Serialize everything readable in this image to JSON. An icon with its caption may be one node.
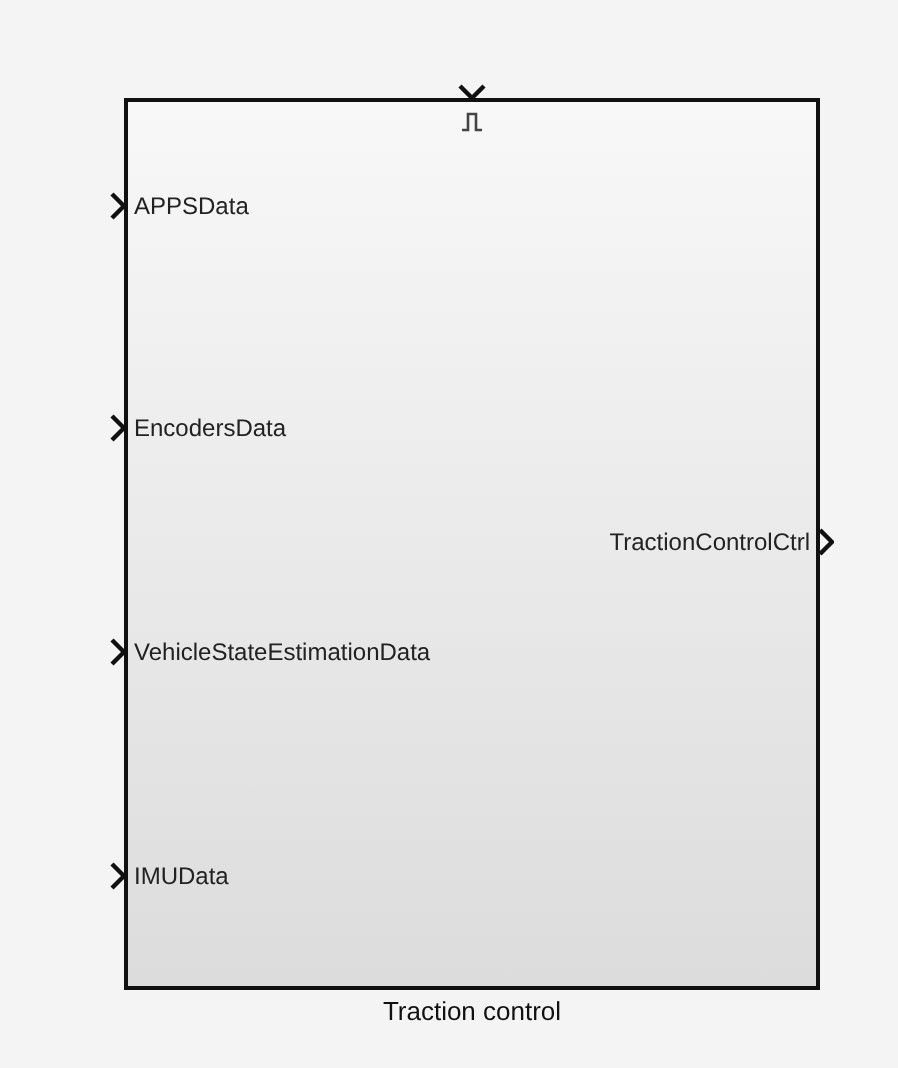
{
  "diagram": {
    "nodes": [
      {
        "text": [
          "Traction control"
        ]
      }
    ],
    "labels": [
      "APPSData",
      "EncodersData",
      "TractionControlCtrl",
      "VehicleStateEstimationData",
      "IMUData"
    ]
  }
}
